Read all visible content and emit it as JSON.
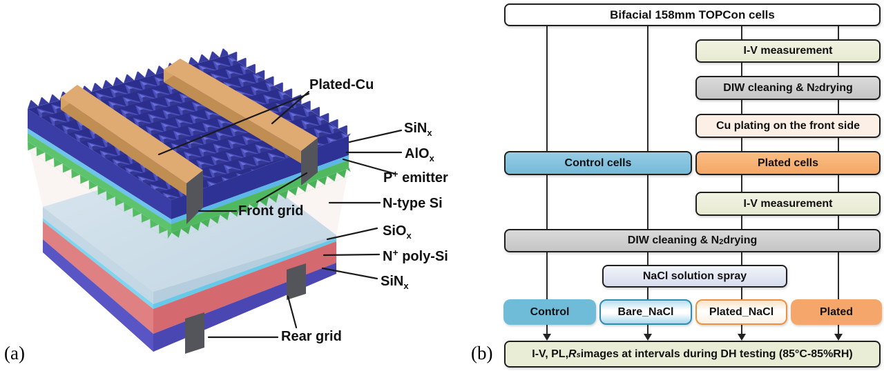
{
  "figure": {
    "panel_a_tag": "(a)",
    "panel_b_tag": "(b)"
  },
  "panel_a": {
    "description": "3D schematic of a bifacial TOPCon solar cell with plated Cu front metallization",
    "labels": {
      "plated_cu": "Plated-Cu",
      "sin_top": {
        "main": "SiN",
        "sub": "x"
      },
      "alo": {
        "main": "AlO",
        "sub": "x"
      },
      "p_emitter": {
        "main": "P",
        "sup": "+",
        "rest": " emitter"
      },
      "n_type": "N-type Si",
      "sio": {
        "main": "SiO",
        "sub": "x"
      },
      "n_poly": {
        "main": "N",
        "sup": "+",
        "rest": " poly-Si"
      },
      "sin_bottom": {
        "main": "SiN",
        "sub": "x"
      },
      "front_grid": "Front grid",
      "rear_grid": "Rear grid"
    },
    "colors": {
      "pyramid_blue": "#3a3ea6",
      "alox_cyan": "#6fc2ec",
      "emitter_green": "#5ec36d",
      "copper_top": "#e0ab72",
      "copper_side": "#c08d53",
      "grid_gray": "#54555b",
      "wafer_top": "#cddee9",
      "siox_cyan": "#7fd4ef",
      "poly_salmon": "#df8183",
      "sinx_violet": "#5a55c4"
    }
  },
  "panel_b": {
    "description": "Sample preparation flowchart for damp-heat testing",
    "boxes": {
      "top": "Bifacial 158mm TOPCon cells",
      "iv1": "I-V measurement",
      "diw1": {
        "pre": "DIW cleaning & N",
        "sub": "2",
        "post": " drying"
      },
      "cu_plating": "Cu plating on the front side",
      "control_cells": "Control cells",
      "plated_cells": "Plated cells",
      "iv2": "I-V measurement",
      "diw2": {
        "pre": "DIW cleaning & N",
        "sub": "2",
        "post": " drying"
      },
      "nacl_spray": "NaCl solution spray",
      "control": "Control",
      "bare_nacl": "Bare_NaCl",
      "plated_nacl": "Plated_NaCl",
      "plated": "Plated",
      "bottom": {
        "pre": "I-V, PL, ",
        "rs": "R",
        "rs_sub": "s",
        "post": " images at intervals during DH testing (85°C-85%RH)"
      }
    },
    "colors": {
      "control_blue": "#7fc2de",
      "plated_orange": "#f8b173",
      "olive_measurement": "#ecefd9",
      "gray_cleaning": "#cfcfcf",
      "pale_peach_plating": "#fcf0e6",
      "lavender_spray": "#dde3f0",
      "bare_nacl_border": "#2e8cb4",
      "plated_nacl_border": "#ea9240",
      "bottom_olive": "#eaedd6",
      "connector_line": "#2a2a2a"
    }
  }
}
